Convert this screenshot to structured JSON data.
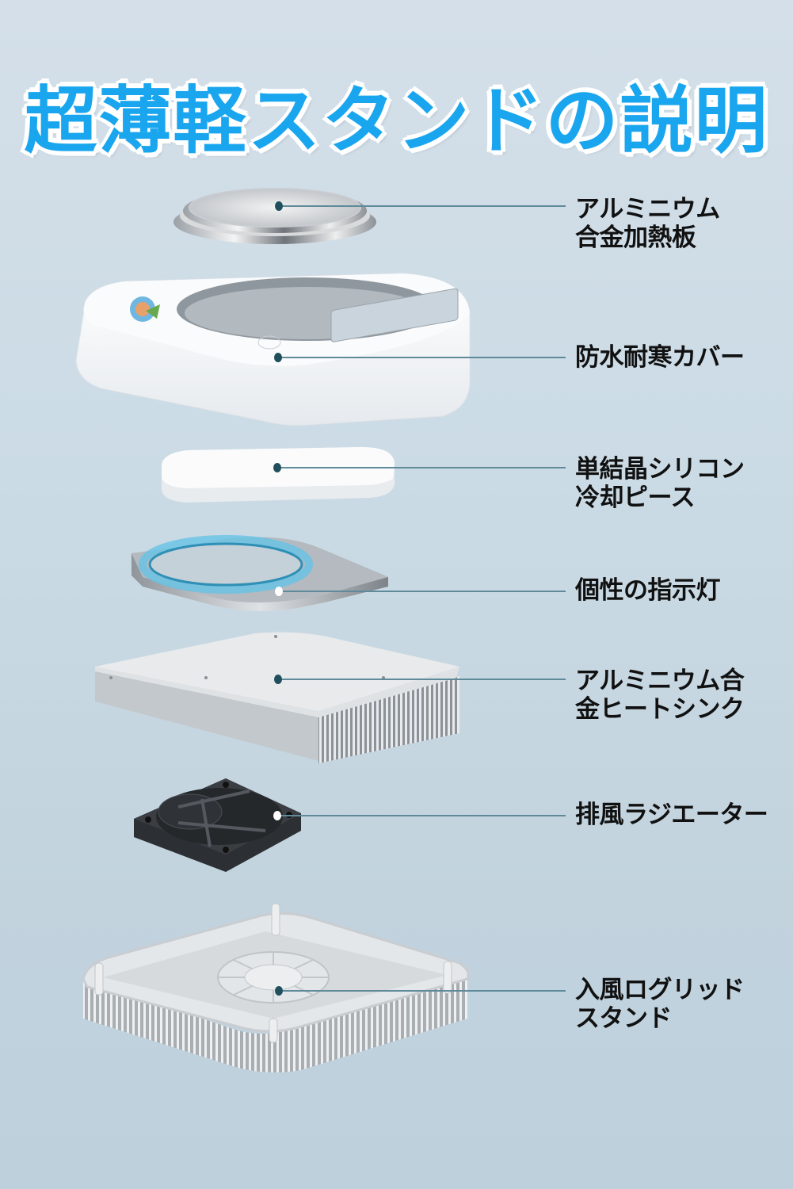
{
  "title": "超薄軽スタンドの説明",
  "colors": {
    "background_top": "#d4dfe9",
    "background_bottom": "#bdd0dc",
    "title_fill": "#1aa6ee",
    "title_outline": "#ffffff",
    "label_text": "#111111",
    "leader_line": "#5f8a99",
    "leader_dot": "#1f4f5c"
  },
  "components": [
    {
      "id": "heating-plate",
      "label_lines": [
        "アルミニウム",
        "合金加熱板"
      ]
    },
    {
      "id": "waterproof-cover",
      "label_lines": [
        "防水耐寒カバー"
      ]
    },
    {
      "id": "cooling-piece",
      "label_lines": [
        "単結晶シリコン",
        "冷却ピース"
      ]
    },
    {
      "id": "indicator-light",
      "label_lines": [
        "個性の指示灯"
      ]
    },
    {
      "id": "heat-sink",
      "label_lines": [
        "アルミニウム合",
        "金ヒートシンク"
      ]
    },
    {
      "id": "exhaust-fan",
      "label_lines": [
        "排風ラジエーター"
      ]
    },
    {
      "id": "intake-grid-stand",
      "label_lines": [
        "入風ログリッド",
        "スタンド"
      ]
    }
  ]
}
